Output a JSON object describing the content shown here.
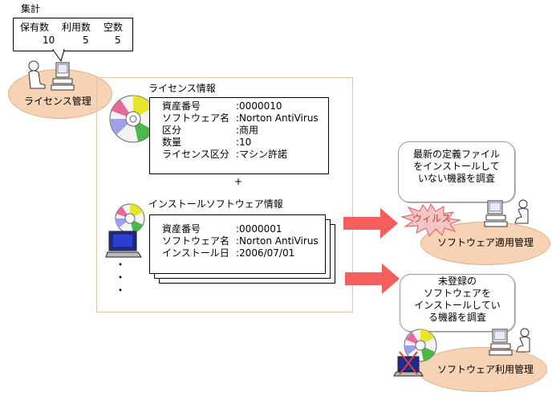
{
  "summary": {
    "label": "集計",
    "col1_header": "保有数",
    "col2_header": "利用数",
    "col3_header": "空数",
    "col1_value": "10",
    "col2_value": "5",
    "col3_value": "5"
  },
  "license_mgmt": {
    "label": "ライセンス管理"
  },
  "license_info": {
    "title": "ライセンス情報",
    "rows": [
      {
        "key": "資産番号",
        "value": ":0000010"
      },
      {
        "key": "ソフトウェア名",
        "value": ":Norton AntiVirus"
      },
      {
        "key": "区分",
        "value": ":商用"
      },
      {
        "key": "数量",
        "value": ":10"
      },
      {
        "key": "ライセンス区分",
        "value": ":マシン許諾"
      }
    ]
  },
  "plus_sign": "+",
  "install_info": {
    "title": "インストールソフトウェア情報",
    "rows": [
      {
        "key": "資産番号",
        "value": ":0000001"
      },
      {
        "key": "ソフトウェア名",
        "value": ":Norton AntiVirus"
      },
      {
        "key": "インストール日",
        "value": ":2006/07/01"
      }
    ]
  },
  "ellipsis_dots": "・・・",
  "top_callout": {
    "lines": [
      "最新の定義ファイル",
      "をインストールして",
      "いない機器を調査"
    ]
  },
  "virus_label": "ウィルス",
  "apply_mgmt": {
    "label": "ソフトウェア適用管理"
  },
  "bottom_callout": {
    "lines": [
      "未登録の",
      "ソフトウェアを",
      "インストールしてい",
      "る機器を調査"
    ]
  },
  "usage_mgmt": {
    "label": "ソフトウェア利用管理"
  },
  "colors": {
    "ellipse_fill": "#f6d3b4",
    "arrow": "#f25f5c",
    "frame": "#e4c6a4",
    "virus_fill": "#f3c6c6"
  }
}
